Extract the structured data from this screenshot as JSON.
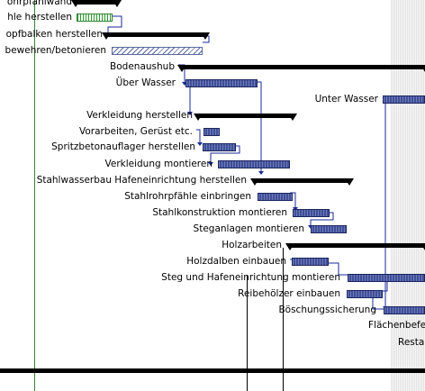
{
  "tasks": [
    {
      "id": "t0",
      "label": "ohrpfahlwand",
      "type": "summary"
    },
    {
      "id": "t1",
      "label": "hle herstellen",
      "type": "done"
    },
    {
      "id": "t2",
      "label": "opfbalken herstellen",
      "type": "summary"
    },
    {
      "id": "t3",
      "label": "bewehren/betonieren",
      "type": "hatch"
    },
    {
      "id": "t4",
      "label": "Bodenaushub",
      "type": "summary"
    },
    {
      "id": "t5",
      "label": "Über Wasser",
      "type": "bar"
    },
    {
      "id": "t6",
      "label": "Unter Wasser",
      "type": "bar"
    },
    {
      "id": "t7",
      "label": "Verkleidung herstellen",
      "type": "summary"
    },
    {
      "id": "t8",
      "label": "Vorarbeiten, Gerüst etc.",
      "type": "bar"
    },
    {
      "id": "t9",
      "label": "Spritzbetonauflager herstellen",
      "type": "bar"
    },
    {
      "id": "t10",
      "label": "Verkleidung montieren",
      "type": "bar"
    },
    {
      "id": "t11",
      "label": "Stahlwasserbau Hafeneinrichtung herstellen",
      "type": "summary"
    },
    {
      "id": "t12",
      "label": "Stahlrohrpfähle einbringen",
      "type": "bar"
    },
    {
      "id": "t13",
      "label": "Stahlkonstruktion montieren",
      "type": "bar"
    },
    {
      "id": "t14",
      "label": "Steganlagen montieren",
      "type": "bar"
    },
    {
      "id": "t15",
      "label": "Holzarbeiten",
      "type": "summary"
    },
    {
      "id": "t16",
      "label": "Holzdalben einbauen",
      "type": "bar"
    },
    {
      "id": "t17",
      "label": "Steg und Hafeneinrichtung montieren",
      "type": "bar"
    },
    {
      "id": "t18",
      "label": "Reibehölzer einbauen",
      "type": "bar"
    },
    {
      "id": "t19",
      "label": "Böschungssicherung",
      "type": "bar"
    },
    {
      "id": "t20",
      "label": "Flächenbefe",
      "type": "none"
    },
    {
      "id": "t21",
      "label": "Resta",
      "type": "none"
    }
  ],
  "colors": {
    "bar": "#3f4f9a",
    "summary": "#000000",
    "progress_line": "#2f8a2f",
    "link": "#1a2a9a"
  }
}
